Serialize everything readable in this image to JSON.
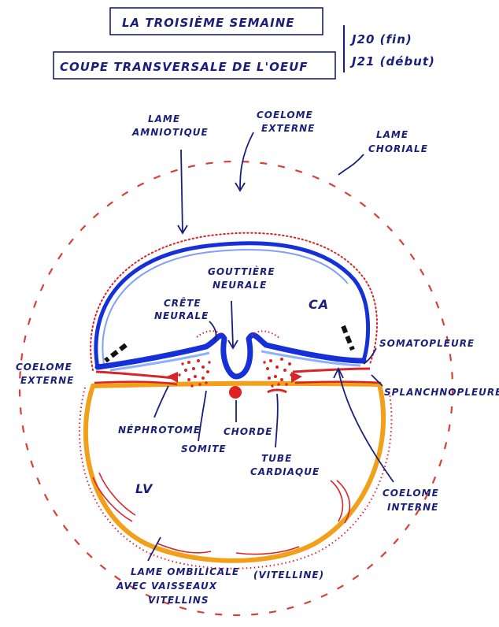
{
  "header": {
    "title": "LA TROISIÈME SEMAINE",
    "subtitle": "COUPE TRANSVERSALE DE L'OEUF",
    "day1": "J20 (fin)",
    "day2": "J21 (début)"
  },
  "labels": {
    "lame_amniotique_1": "LAME",
    "lame_amniotique_2": "AMNIOTIQUE",
    "coelome_ext_top_1": "COELOME",
    "coelome_ext_top_2": "EXTERNE",
    "lame_choriale_1": "LAME",
    "lame_choriale_2": "CHORIALE",
    "gouttiere_1": "GOUTTIÈRE",
    "gouttiere_2": "NEURALE",
    "crete_1": "CRÊTE",
    "crete_2": "NEURALE",
    "ca": "CA",
    "somatopleure": "SOMATOPLEURE",
    "coelome_ext_left_1": "COELOME",
    "coelome_ext_left_2": "EXTERNE",
    "splanchnopleure": "SPLANCHNOPLEURE",
    "nephrotome": "NÉPHROTOME",
    "somite": "SOMITE",
    "chorde": "CHORDE",
    "tube_1": "TUBE",
    "tube_2": "CARDIAQUE",
    "coelome_int_1": "COELOME",
    "coelome_int_2": "INTERNE",
    "lv": "LV",
    "lame_omb_1": "LAME OMBILICALE",
    "lame_omb_2": "AVEC VAISSEAUX",
    "lame_omb_3": "VITELLINS",
    "vitelline": "(VITELLINE)"
  },
  "colors": {
    "ink": "#1a1f7a",
    "amnion": "#1530d8",
    "amnion_light": "#4a78f0",
    "yolk": "#f2a019",
    "mesoderm": "#d8252a",
    "chorion": "#d8403a"
  }
}
